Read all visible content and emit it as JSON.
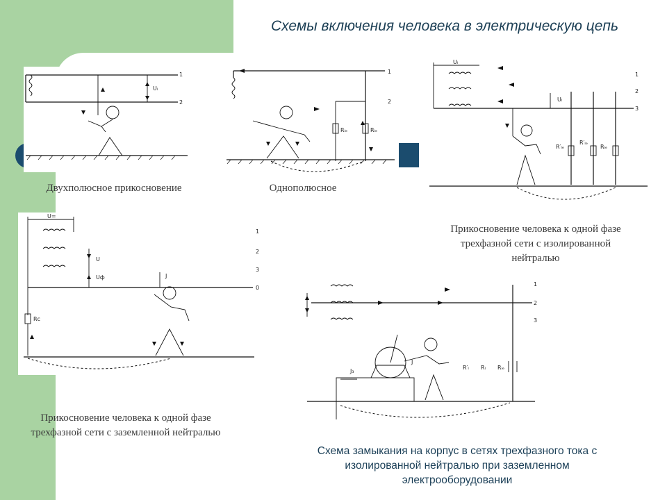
{
  "slide": {
    "title": "Схемы включения человека в электрическую цепь",
    "colors": {
      "green": "#a9d3a2",
      "navy": "#1b4c6e",
      "title": "#1c3f55"
    }
  },
  "diagrams": {
    "bipolar": {
      "caption": "Двухполюсное прикосновение",
      "labels": {
        "wire1": "1",
        "wire2": "2",
        "voltage": "Uₗ"
      }
    },
    "unipolar": {
      "caption": "Однополюсное",
      "labels": {
        "wire1": "1",
        "wire2": "2",
        "r1": "Rₗₑ",
        "r2": "Rₗₑ"
      }
    },
    "isolated": {
      "caption": "Прикосновение человека к одной фазе трехфазной сети с изолированной нейтралью",
      "labels": {
        "phase_voltage": "Uₗ",
        "wire1": "1",
        "wire2": "2",
        "wire3": "3",
        "u": "Uₗ",
        "r1": "R′ₗₑ",
        "r2": "R′ₗₑ",
        "r3": "Rₗₑ"
      }
    },
    "grounded": {
      "caption": "Прикосновение человека к одной фазе трехфазной сети с заземленной нейтралью",
      "labels": {
        "line_voltage": "U=",
        "wire1": "1",
        "wire2": "2",
        "wire3": "3",
        "wire0": "0",
        "u": "U",
        "uf": "Uф",
        "current": "J",
        "rc": "Rc"
      }
    },
    "enclosure": {
      "caption": "Схема замыкания на корпус в сетях трехфазного тока с изолированной нейтралью при заземленном электрооборудовании",
      "labels": {
        "wire1": "1",
        "wire2": "2",
        "wire3": "3",
        "current_j": "J",
        "current_j3": "J₃",
        "r1": "R′ₗ",
        "r2": "Rₗ",
        "r3": "Rₗₑ"
      }
    }
  }
}
